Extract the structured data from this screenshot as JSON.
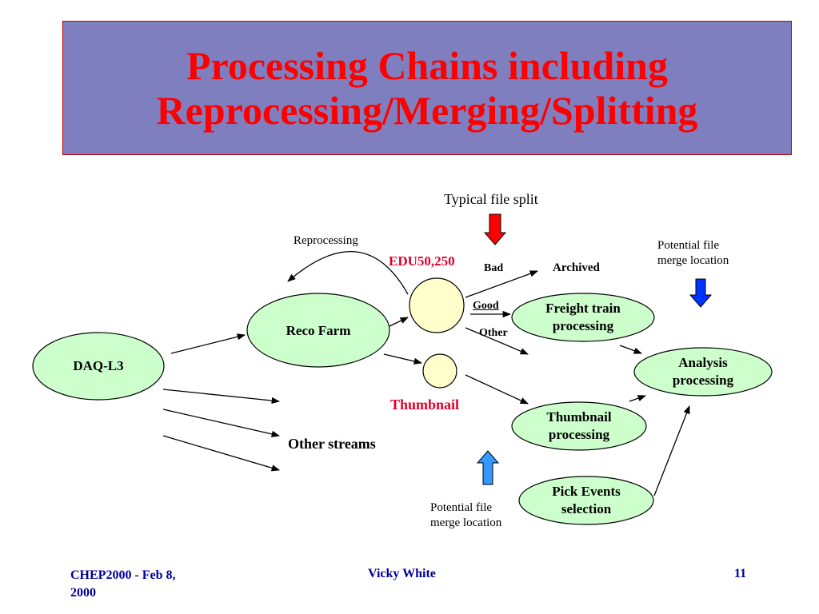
{
  "title": {
    "line1": "Processing Chains including",
    "line2": "Reprocessing/Merging/Splitting"
  },
  "labels": {
    "typical_file_split": "Typical file split",
    "reprocessing": "Reprocessing",
    "edu": "EDU50,250",
    "bad": "Bad",
    "archived": "Archived",
    "good": "Good",
    "other": "Other",
    "thumbnail": "Thumbnail",
    "other_streams": "Other streams",
    "merge_location_top_1": "Potential file",
    "merge_location_top_2": "merge location",
    "merge_location_bottom_1": "Potential file",
    "merge_location_bottom_2": "merge location"
  },
  "nodes": {
    "daq": "DAQ-L3",
    "reco": "Reco Farm",
    "freight_1": "Freight train",
    "freight_2": "processing",
    "analysis_1": "Analysis",
    "analysis_2": "processing",
    "thumbproc_1": "Thumbnail",
    "thumbproc_2": "processing",
    "pick_1": "Pick Events",
    "pick_2": "selection"
  },
  "colors": {
    "title_background": "#7f7fc0",
    "title_text": "#ff0000",
    "node_fill": "#ccffcc",
    "circle_fill": "#ffffcc",
    "down_arrow_red": "#ff0000",
    "down_arrow_blue": "#0033ff",
    "up_arrow_blue": "#3399ff",
    "footer_text": "#000099"
  },
  "footer": {
    "left_1": "CHEP2000 - Feb 8,",
    "left_2": "2000",
    "center": "Vicky White",
    "page": "11"
  }
}
